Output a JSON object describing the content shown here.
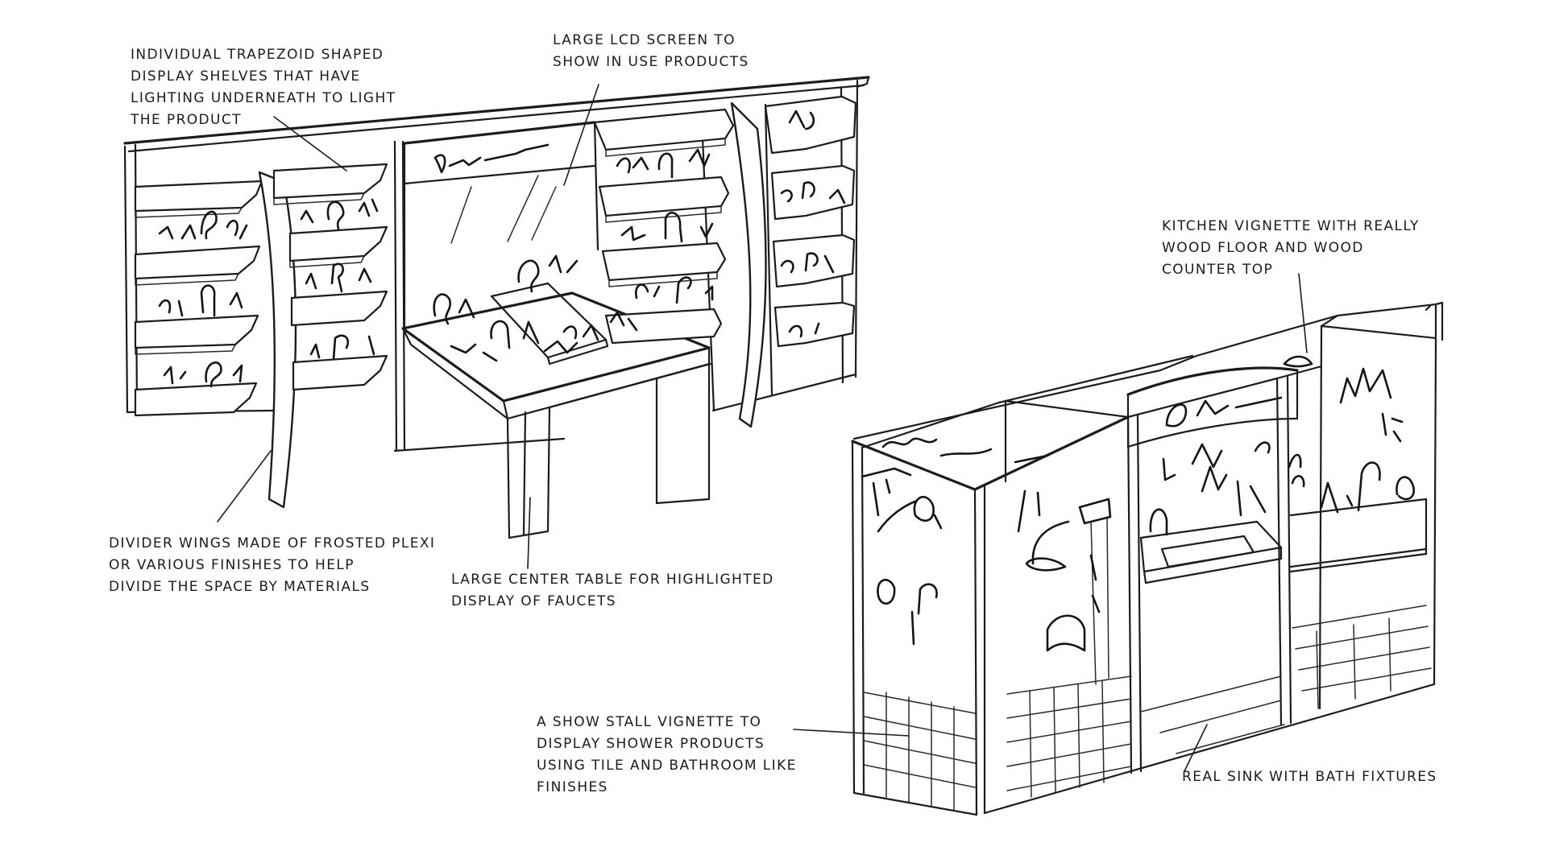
{
  "annotations": {
    "trapezoid_shelves": [
      "INDIVIDUAL TRAPEZOID SHAPED",
      "DISPLAY SHELVES THAT HAVE",
      "LIGHTING UNDERNEATH TO LIGHT",
      "THE PRODUCT"
    ],
    "lcd_screen": [
      "LARGE LCD SCREEN TO",
      "SHOW IN USE PRODUCTS"
    ],
    "kitchen_vignette": [
      "KITCHEN VIGNETTE WITH REALLY",
      "WOOD FLOOR AND WOOD",
      "COUNTER TOP"
    ],
    "divider_wings": [
      "DIVIDER WINGS MADE OF FROSTED PLEXI",
      "OR VARIOUS FINISHES TO HELP",
      "DIVIDE THE SPACE BY MATERIALS"
    ],
    "center_table": [
      "LARGE CENTER TABLE FOR HIGHLIGHTED",
      "DISPLAY OF FAUCETS"
    ],
    "shower_stall": [
      "A SHOW STALL VIGNETTE TO",
      "DISPLAY SHOWER PRODUCTS",
      "USING TILE AND BATHROOM LIKE",
      "FINISHES"
    ],
    "real_sink": [
      "REAL SINK WITH BATH FIXTURES"
    ]
  }
}
